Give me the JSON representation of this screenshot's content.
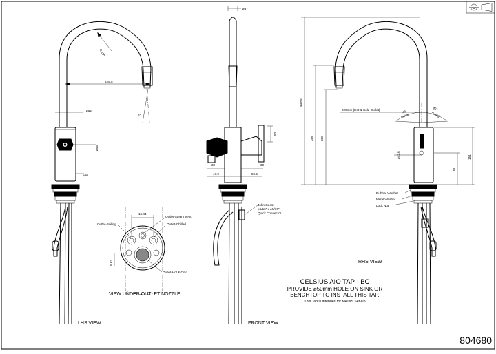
{
  "drawing": {
    "title_line1": "CELSIUS AIO TAP - BC",
    "title_line2": "PROVIDE ⌀50mm HOLE ON SINK OR",
    "title_line3": "BENCHTOP TO INSTALL THIS TAP.",
    "title_line4": "This Tap is intended for MAINS Set-Up",
    "drawing_number": "804680"
  },
  "views": {
    "lhs": "LHS VIEW",
    "front": "FRONT VIEW",
    "rhs": "RHS VIEW",
    "nozzle": "VIEW UNDER OUTLET NOZZLE"
  },
  "lhs_dims": {
    "radius": "R 110",
    "reach": "225.5",
    "angle": "5°",
    "body_dia": "⌀52",
    "handle_dia": "⌀43",
    "base_dia": "⌀60"
  },
  "front_dims": {
    "top_dia": "⌀37",
    "height_50": "50",
    "left_30": "30",
    "right_30": "30",
    "width_47": "47.9",
    "width_59": "59.5",
    "connector": "John Guest",
    "connector_size": "⌀5/16\" x ⌀5/16\"",
    "connector_type": "Quick Connector"
  },
  "nozzle_labels": {
    "width": "15.44",
    "height": "5.62",
    "boiling": "Outlet-Boiling",
    "steam": "Outlet-Steam Vent",
    "chilled": "Outlet-Chilled",
    "hotcold": "Outlet-Hot & Cold"
  },
  "rhs_dims": {
    "overall_height": "439.5",
    "spout_height": "356",
    "outlet_height": "285",
    "outlet_reach": "220mm (Hot & Cold Outlet)",
    "swing_left": "45°",
    "swing_left_sub": "Swing",
    "swing_right": "45°",
    "swing_right_sub": "Swing",
    "handle_dia": "⌀42.6",
    "handle_height": "151",
    "base_height": "86",
    "rubber_washer": "Rubber Washer",
    "metal_washer": "Metal Washer",
    "lock_nut": "Lock Nut"
  }
}
